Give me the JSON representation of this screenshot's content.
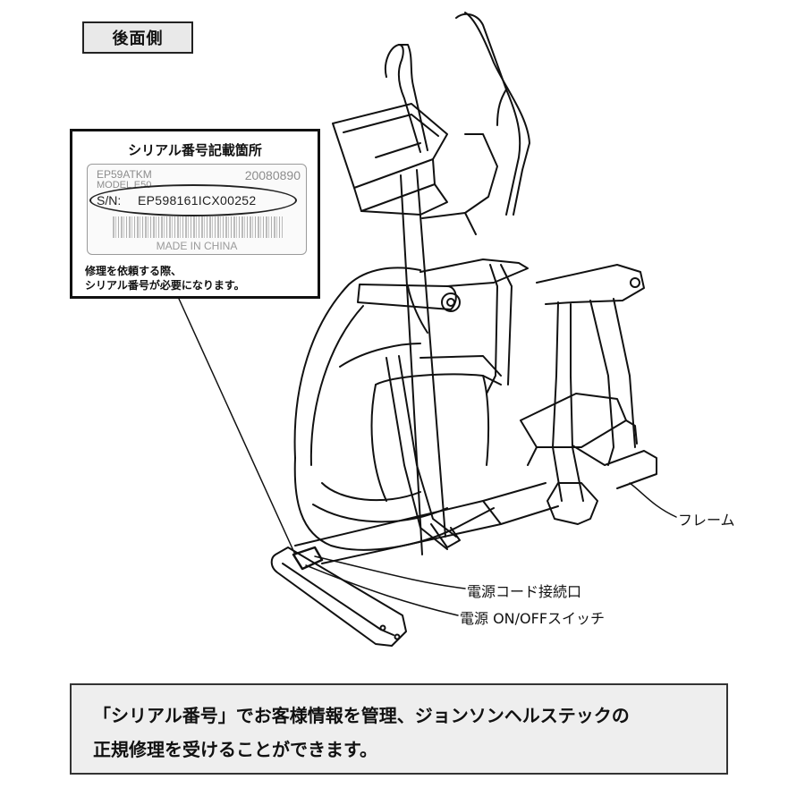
{
  "header": {
    "side_label": "後面側"
  },
  "serial_label": {
    "title": "シリアル番号記載箇所",
    "model_line": "EP59ATKM",
    "model_line2": "MODEL E50",
    "date_code": "20080890",
    "serial_prefix": "S/N:",
    "serial_number": "EP598161ICX00252",
    "made_in": "MADE IN CHINA",
    "note_line1": "修理を依頼する際、",
    "note_line2": "シリアル番号が必要になります。"
  },
  "callouts": {
    "frame": "フレーム",
    "power_cord": "電源コード接続口",
    "power_switch": "電源 ON/OFFスイッチ"
  },
  "info_box": {
    "line1": "「シリアル番号」でお客様情報を管理、ジョンソンヘルステックの",
    "line2": "正規修理を受けることができます。"
  }
}
